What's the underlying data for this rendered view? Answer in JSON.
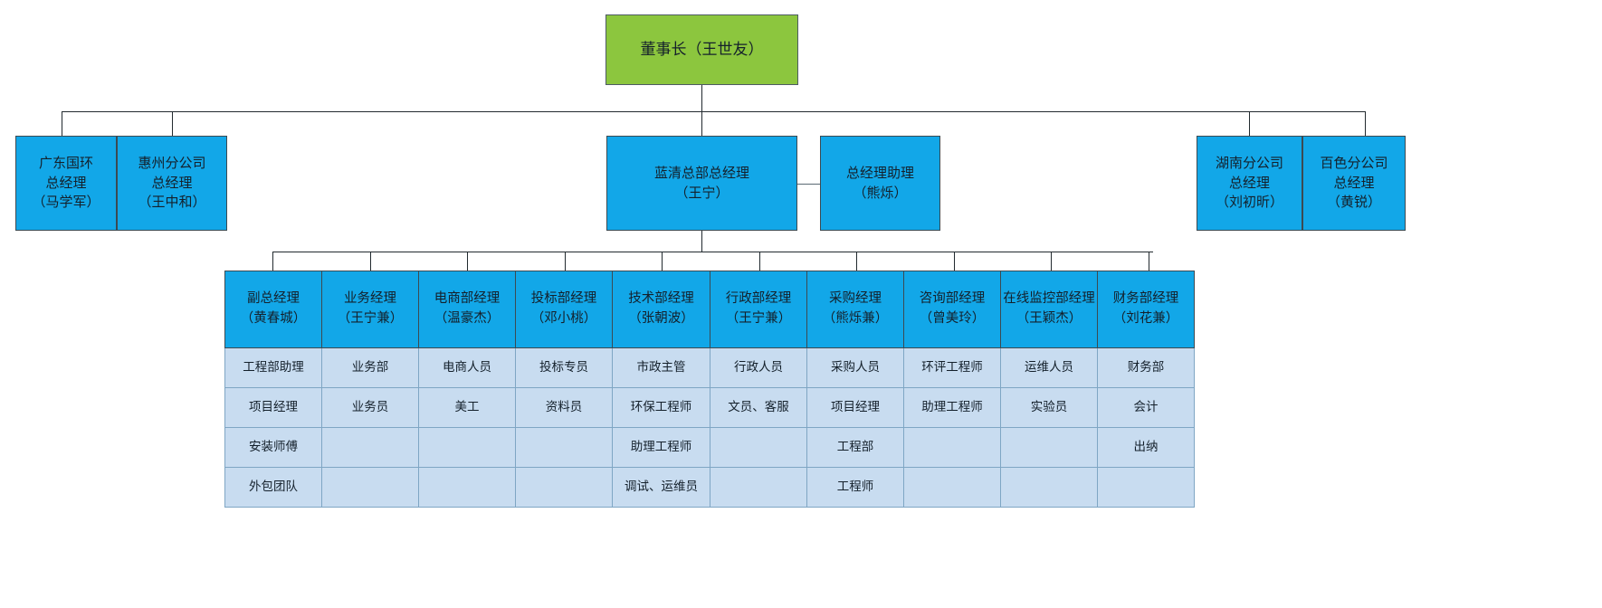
{
  "colors": {
    "chairman_box": "#8cc63e",
    "manager_box": "#12a7e8",
    "staff_cell": "#c8dcf0",
    "connector": "#5a6a73",
    "text": "#14202b"
  },
  "chart_data": {
    "type": "diagram",
    "title": "组织架构图",
    "orientation": "top-down"
  },
  "chairman": {
    "label": "董事长（王世友）"
  },
  "branches_left": [
    {
      "label": "广东国环\n总经理\n（马学军）"
    },
    {
      "label": "惠州分公司\n总经理\n（王中和）"
    }
  ],
  "center": {
    "general_manager": "蓝清总部总经理\n（王宁）",
    "assistant": "总经理助理\n（熊烁）"
  },
  "branches_right": [
    {
      "label": "湖南分公司\n总经理\n（刘初昕）"
    },
    {
      "label": "百色分公司\n总经理\n（黄锐）"
    }
  ],
  "departments": [
    {
      "title": "副总经理\n（黄春城）",
      "staff": [
        "工程部助理",
        "项目经理",
        "安装师傅",
        "外包团队"
      ]
    },
    {
      "title": "业务经理\n（王宁兼）",
      "staff": [
        "业务部",
        "业务员",
        "",
        ""
      ]
    },
    {
      "title": "电商部经理\n（温豪杰）",
      "staff": [
        "电商人员",
        "美工",
        "",
        ""
      ]
    },
    {
      "title": "投标部经理\n（邓小桃）",
      "staff": [
        "投标专员",
        "资料员",
        "",
        ""
      ]
    },
    {
      "title": "技术部经理\n（张朝波）",
      "staff": [
        "市政主管",
        "环保工程师",
        "助理工程师",
        "调试、运维员"
      ]
    },
    {
      "title": "行政部经理\n（王宁兼）",
      "staff": [
        "行政人员",
        "文员、客服",
        "",
        ""
      ]
    },
    {
      "title": "采购经理\n（熊烁兼）",
      "staff": [
        "采购人员",
        "项目经理",
        "工程部",
        "工程师"
      ]
    },
    {
      "title": "咨询部经理\n（曾美玲）",
      "staff": [
        "环评工程师",
        "助理工程师",
        "",
        ""
      ]
    },
    {
      "title": "在线监控部经理\n（王颖杰）",
      "staff": [
        "运维人员",
        "实验员",
        "",
        ""
      ]
    },
    {
      "title": "财务部经理\n（刘花兼）",
      "staff": [
        "财务部",
        "会计",
        "出纳",
        ""
      ]
    }
  ]
}
